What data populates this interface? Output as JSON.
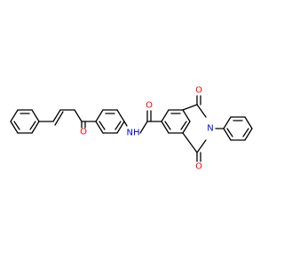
{
  "molecule": {
    "atoms": [
      {
        "id": "O1",
        "label": "O",
        "color": "#ff0000"
      },
      {
        "id": "O2",
        "label": "O",
        "color": "#ff0000"
      },
      {
        "id": "O3",
        "label": "O",
        "color": "#ff0000"
      },
      {
        "id": "O4",
        "label": "O",
        "color": "#ff0000"
      },
      {
        "id": "N1",
        "label": "N",
        "color": "#0000ff"
      },
      {
        "id": "N2",
        "label": "NH",
        "color": "#0000ff"
      }
    ],
    "bond_color": "#000000"
  }
}
